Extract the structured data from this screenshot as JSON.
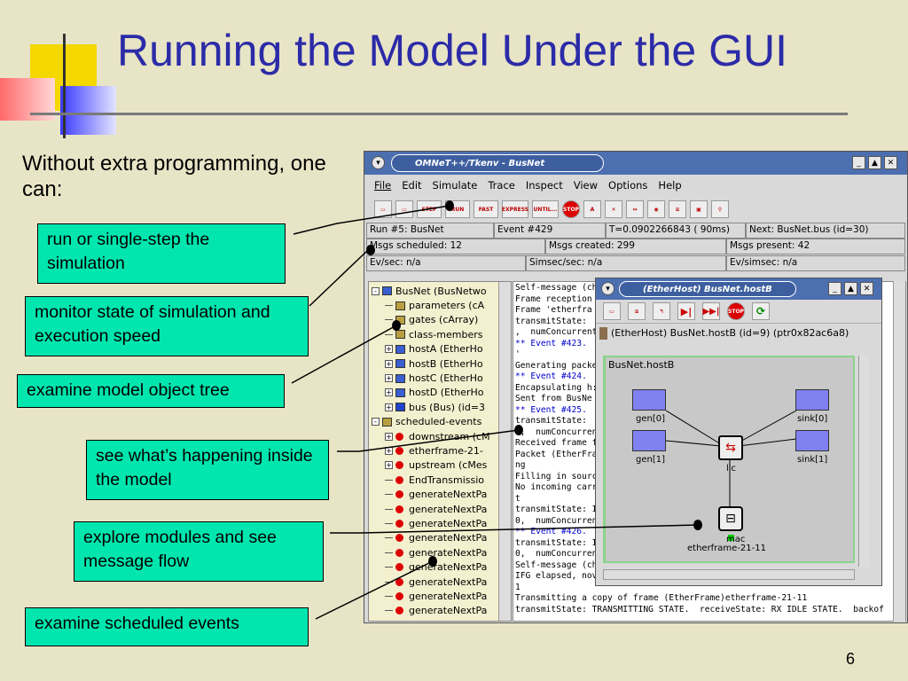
{
  "slide": {
    "title": "Running the Model Under the GUI",
    "intro": "Without extra programming, one can:",
    "page_number": "6"
  },
  "callouts": [
    "run or single-step the simulation",
    "monitor state of simulation and execution speed",
    "examine model object tree",
    "see what’s happening inside the model",
    "explore modules and see message flow",
    "examine scheduled events"
  ],
  "window": {
    "title": "OMNeT++/Tkenv - BusNet",
    "menu": [
      "File",
      "Edit",
      "Simulate",
      "Trace",
      "Inspect",
      "View",
      "Options",
      "Help"
    ],
    "toolbar": [
      "STEP",
      "RUN",
      "FAST",
      "EXPRESS",
      "UNTIL...",
      "STOP"
    ],
    "status1": [
      "Run #5: BusNet",
      "Event #429",
      "T=0.0902266843  ( 90ms)",
      "Next: BusNet.bus (id=30)"
    ],
    "status2": [
      "Msgs scheduled: 12",
      "Msgs created: 299",
      "Msgs present: 42"
    ],
    "status3": [
      "Ev/sec: n/a",
      "Simsec/sec: n/a",
      "Ev/simsec: n/a"
    ]
  },
  "tree": [
    {
      "label": "BusNet (BusNetwo",
      "indent": 0,
      "box": "-",
      "icon": "module"
    },
    {
      "label": "parameters (cA",
      "indent": 1,
      "box": "",
      "icon": "array"
    },
    {
      "label": "gates (cArray)",
      "indent": 1,
      "box": "",
      "icon": "array"
    },
    {
      "label": "class-members",
      "indent": 1,
      "box": "",
      "icon": "array"
    },
    {
      "label": "hostA (EtherHo",
      "indent": 1,
      "box": "+",
      "icon": "module"
    },
    {
      "label": "hostB (EtherHo",
      "indent": 1,
      "box": "+",
      "icon": "module"
    },
    {
      "label": "hostC (EtherHo",
      "indent": 1,
      "box": "+",
      "icon": "module"
    },
    {
      "label": "hostD (EtherHo",
      "indent": 1,
      "box": "+",
      "icon": "module"
    },
    {
      "label": "bus (Bus) (id=3",
      "indent": 1,
      "box": "+",
      "icon": "bus"
    },
    {
      "label": "scheduled-events",
      "indent": 0,
      "box": "-",
      "icon": "array"
    },
    {
      "label": "downstream (cM",
      "indent": 1,
      "box": "+",
      "icon": "msg"
    },
    {
      "label": "etherframe-21-",
      "indent": 1,
      "box": "+",
      "icon": "msg"
    },
    {
      "label": "upstream (cMes",
      "indent": 1,
      "box": "+",
      "icon": "msg"
    },
    {
      "label": "EndTransmissio",
      "indent": 1,
      "box": "",
      "icon": "msg"
    },
    {
      "label": "generateNextPa",
      "indent": 1,
      "box": "",
      "icon": "msg"
    },
    {
      "label": "generateNextPa",
      "indent": 1,
      "box": "",
      "icon": "msg"
    },
    {
      "label": "generateNextPa",
      "indent": 1,
      "box": "",
      "icon": "msg"
    },
    {
      "label": "generateNextPa",
      "indent": 1,
      "box": "",
      "icon": "msg"
    },
    {
      "label": "generateNextPa",
      "indent": 1,
      "box": "",
      "icon": "msg"
    },
    {
      "label": "generateNextPa",
      "indent": 1,
      "box": "",
      "icon": "msg"
    },
    {
      "label": "generateNextPa",
      "indent": 1,
      "box": "",
      "icon": "msg"
    },
    {
      "label": "generateNextPa",
      "indent": 1,
      "box": "",
      "icon": "msg"
    },
    {
      "label": "generateNextPa",
      "indent": 1,
      "box": "",
      "icon": "msg"
    }
  ],
  "log": [
    {
      "t": "Self-message (ch",
      "ev": false
    },
    {
      "t": "Frame reception",
      "ev": false
    },
    {
      "t": "Frame 'etherfra",
      "ev": false
    },
    {
      "t": "transmitState: ",
      "ev": false
    },
    {
      "t": ",  numConcurrent",
      "ev": false
    },
    {
      "t": "** Event #423.",
      "ev": true
    },
    {
      "t": "'",
      "ev": false
    },
    {
      "t": "Generating packe",
      "ev": false
    },
    {
      "t": "** Event #424.",
      "ev": true
    },
    {
      "t": "Encapsulating h:",
      "ev": false
    },
    {
      "t": "Sent from BusNe",
      "ev": false
    },
    {
      "t": "** Event #425.",
      "ev": true
    },
    {
      "t": "transmitState: ",
      "ev": false
    },
    {
      "t": "0,  numConcurren",
      "ev": false
    },
    {
      "t": "Received frame f",
      "ev": false
    },
    {
      "t": "Packet (EtherFra",
      "ev": false
    },
    {
      "t": "ng",
      "ev": false
    },
    {
      "t": "Filling in sourc",
      "ev": false
    },
    {
      "t": "No incoming carr",
      "ev": false
    },
    {
      "t": "t",
      "ev": false
    },
    {
      "t": "transmitState: I",
      "ev": false
    },
    {
      "t": "0,  numConcurren",
      "ev": false
    },
    {
      "t": "** Event #426.",
      "ev": true
    },
    {
      "t": "transmitState: I",
      "ev": false
    },
    {
      "t": "0,  numConcurren",
      "ev": false
    },
    {
      "t": "Self-message (ch",
      "ev": false
    },
    {
      "t": "IFG elapsed, nov",
      "ev": false
    },
    {
      "t": "1",
      "ev": false
    },
    {
      "t": "Transmitting a copy of frame (EtherFrame)etherframe-21-11",
      "ev": false
    },
    {
      "t": "transmitState: TRANSMITTING STATE.  receiveState: RX IDLE STATE.  backof",
      "ev": false
    }
  ],
  "inner": {
    "title": "(EtherHost) BusNet.hostB",
    "info": "(EtherHost) BusNet.hostB  (id=9)  (ptr0x82ac6a8)",
    "canvas_title": "BusNet.hostB",
    "labels": {
      "gen0": "gen[0]",
      "gen1": "gen[1]",
      "sink0": "sink[0]",
      "sink1": "sink[1]",
      "llc": "llc",
      "mac": "mac",
      "msg": "etherframe-21-11"
    }
  }
}
